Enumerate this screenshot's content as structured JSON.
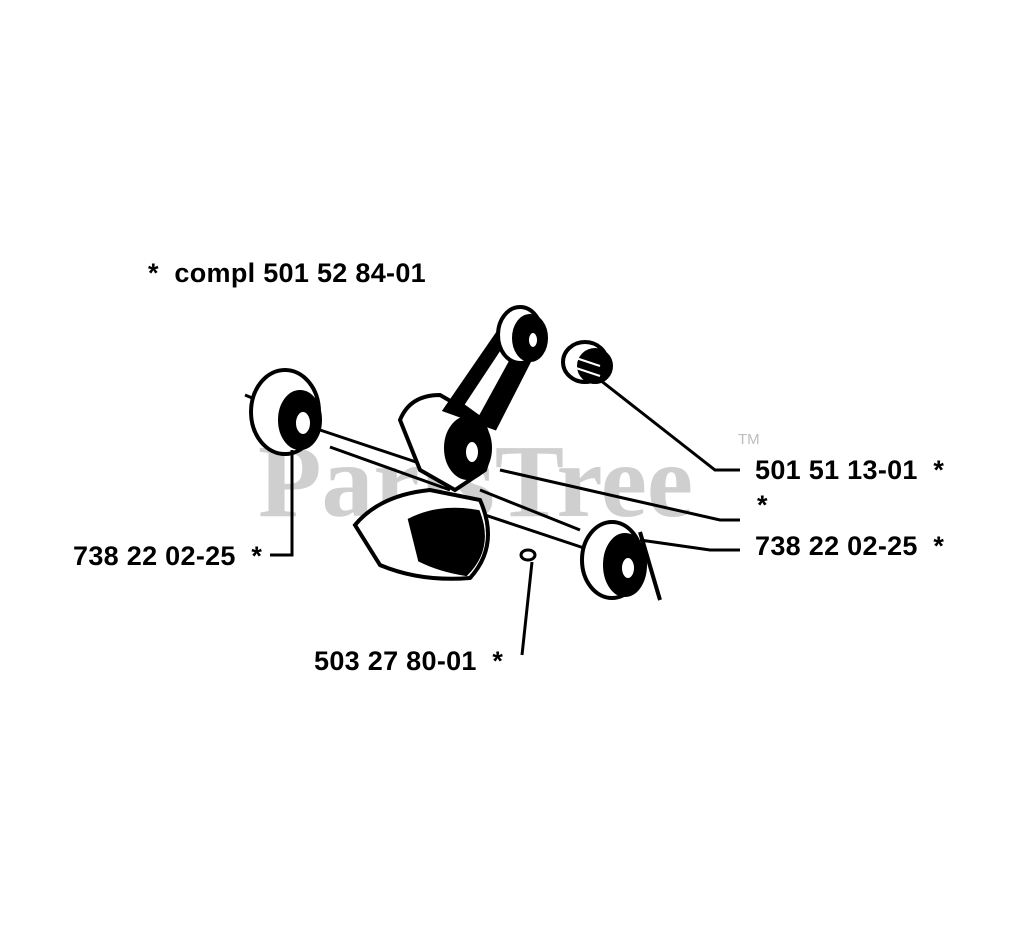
{
  "watermark": {
    "text": "PartsTree",
    "trademark": "TM"
  },
  "labels": {
    "complete_assembly": "*  compl 501 52 84-01",
    "needle_bearing": "501 51 13-01  *",
    "asterisk_extra": "*",
    "ball_bearing_right": "738 22 02-25  *",
    "ball_bearing_left": "738 22 02-25  *",
    "key": "503 27 80-01  *"
  }
}
